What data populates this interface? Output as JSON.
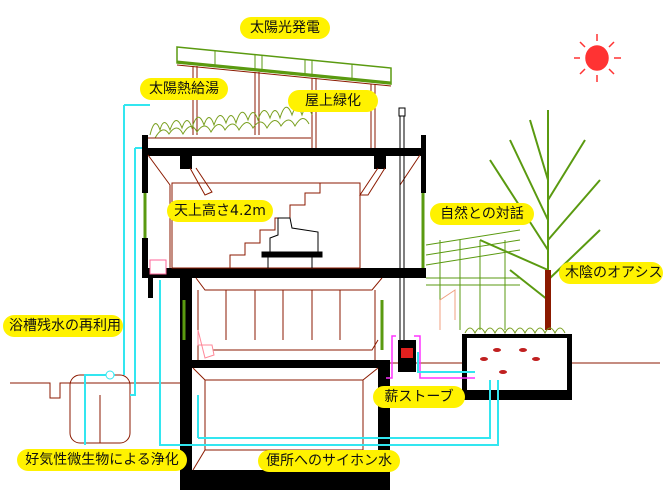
{
  "labels": {
    "solar_power": "太陽光発電",
    "solar_hot_water": "太陽熱給湯",
    "rooftop_greening": "屋上緑化",
    "ceiling_height": "天上高さ4.2m",
    "dialogue_with_nature": "自然との対話",
    "tree_shade_oasis": "木陰のオアシス",
    "bath_water_reuse": "浴槽残水の再利用",
    "wood_stove": "薪ストーブ",
    "aerobic_purification": "好気性微生物による浄化",
    "toilet_siphon_water": "便所へのサイホン水"
  },
  "colors": {
    "label_bg": "#fff200",
    "structure": "#000000",
    "interior_lines": "#8b1a00",
    "greenery": "#5a9a10",
    "water_pipe": "#33e6f0",
    "sun": "#ff3333",
    "heating_pipe": "#ff33ff"
  }
}
